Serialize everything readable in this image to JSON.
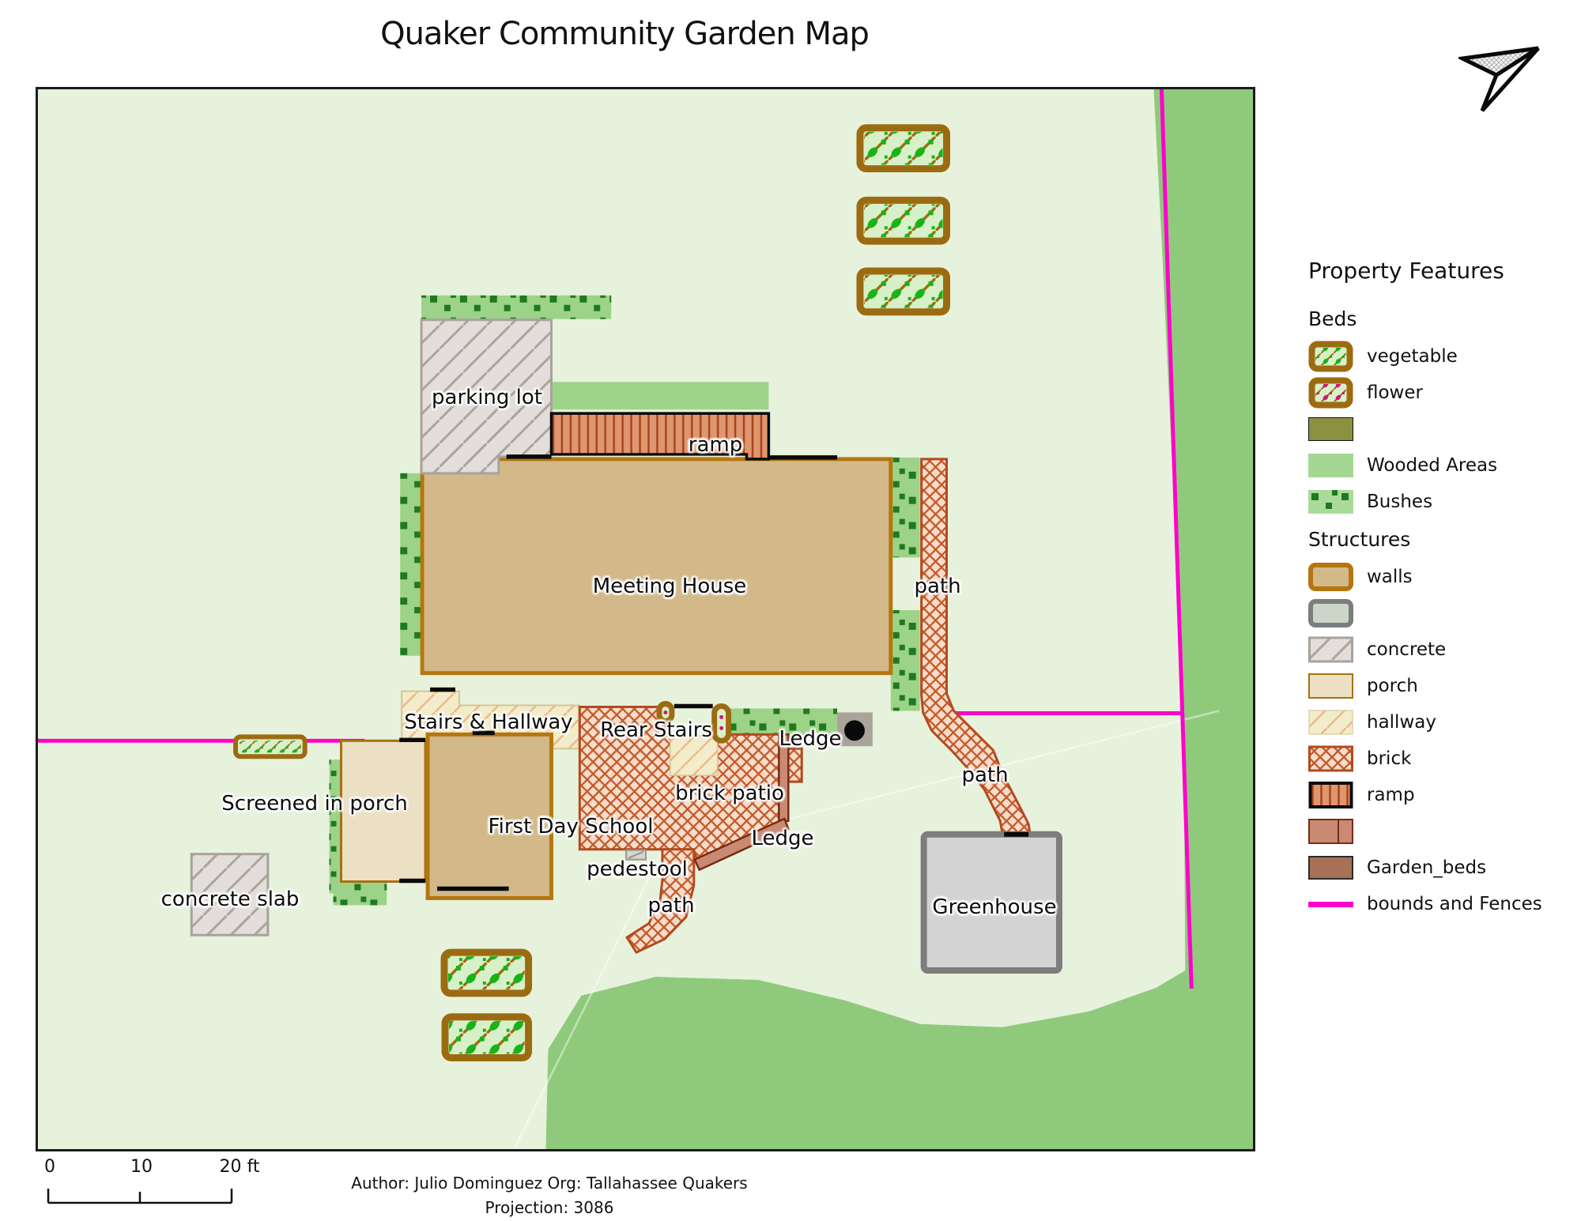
{
  "title": "Quaker Community Garden Map",
  "north_arrow_icon": "north-arrow",
  "map_labels": {
    "parking_lot": "parking lot",
    "ramp": "ramp",
    "meeting_house": "Meeting House",
    "path_east": "path",
    "stairs_hallway": "Stairs & Hallway",
    "rear_stairs": "Rear Stairs",
    "ledge_north": "Ledge",
    "brick_patio": "brick patio",
    "screened_porch": "Screened in porch",
    "first_day_school": "First Day School",
    "ledge_south": "Ledge",
    "pedestool": "pedestool",
    "path_south": "path",
    "path_greenhouse": "path",
    "concrete_slab": "concrete slab",
    "greenhouse": "Greenhouse"
  },
  "legend": {
    "heading": "Property Features",
    "beds_group": "Beds",
    "structures_group": "Structures",
    "items": {
      "vegetable": "vegetable",
      "flower": "flower",
      "olive_bed": "",
      "wooded": "Wooded Areas",
      "bushes": "Bushes",
      "walls": "walls",
      "gray_structure": "",
      "concrete": "concrete",
      "porch": "porch",
      "hallway": "hallway",
      "brick": "brick",
      "ramp": "ramp",
      "ledge_swatch": "",
      "garden_beds": "Garden_beds",
      "bounds": "bounds and Fences"
    }
  },
  "scale_bar": {
    "t0": "0",
    "t1": "10",
    "t2": "20 ft"
  },
  "footer": {
    "line1": "Author: Julio Dominguez Org: Tallahassee Quakers",
    "line2": "Projection: 3086"
  },
  "colors": {
    "lawn": "#e6f2dc",
    "wooded": "#8fca7c",
    "bush_strip": "#9dd289",
    "bush_square": "#1f7a1f",
    "fence": "#ff00cc",
    "walls_fill": "#d3b98a",
    "walls_border": "#b5760e",
    "porch_fill": "#ece0c4",
    "hallway_fill": "#f3ecca",
    "brick_line": "#c05a2a",
    "ramp_fill": "#de9671",
    "ledge_fill": "#c98a74",
    "garden_bed": "#a87157",
    "bed_border": "#9c6b11",
    "veg_dot": "#17b317",
    "flower_dot": "#d11676",
    "concrete_fill": "#e3dedb",
    "greenhouse_fill": "#d3d3d3"
  }
}
